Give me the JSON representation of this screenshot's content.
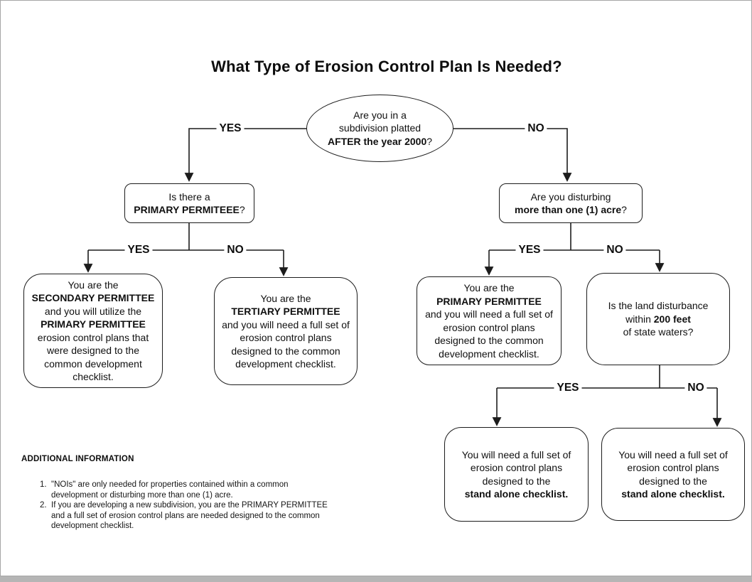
{
  "page": {
    "title": "What Type of Erosion Control Plan Is Needed?"
  },
  "colors": {
    "line": "#1c1c1c",
    "text": "#111111",
    "page_bg": "#ffffff",
    "outer_bg": "#b5b5b5"
  },
  "nodes": {
    "start": {
      "lines": [
        [
          {
            "t": "Are you in a"
          }
        ],
        [
          {
            "t": "subdivision platted"
          }
        ],
        [
          {
            "t": "AFTER the year 2000",
            "b": true
          },
          {
            "t": "?"
          }
        ]
      ]
    },
    "q_primary": {
      "lines": [
        [
          {
            "t": "Is there a"
          }
        ],
        [
          {
            "t": "PRIMARY PERMITEEE",
            "b": true
          },
          {
            "t": "?"
          }
        ]
      ]
    },
    "q_acre": {
      "lines": [
        [
          {
            "t": "Are you disturbing"
          }
        ],
        [
          {
            "t": "more than one (1) acre",
            "b": true
          },
          {
            "t": "?"
          }
        ]
      ]
    },
    "r_secondary": {
      "lines": [
        [
          {
            "t": "You are the"
          }
        ],
        [
          {
            "t": "SECONDARY PERMITTEE",
            "b": true
          }
        ],
        [
          {
            "t": "and you will utilize the"
          }
        ],
        [
          {
            "t": "PRIMARY PERMITTEE",
            "b": true
          }
        ],
        [
          {
            "t": "erosion control plans that"
          }
        ],
        [
          {
            "t": "were designed to the"
          }
        ],
        [
          {
            "t": "common development"
          }
        ],
        [
          {
            "t": "checklist."
          }
        ]
      ]
    },
    "r_tertiary": {
      "lines": [
        [
          {
            "t": "You are the"
          }
        ],
        [
          {
            "t": "TERTIARY PERMITTEE",
            "b": true
          }
        ],
        [
          {
            "t": "and you will need a full set of"
          }
        ],
        [
          {
            "t": "erosion control plans"
          }
        ],
        [
          {
            "t": "designed to the common"
          }
        ],
        [
          {
            "t": "development checklist."
          }
        ]
      ]
    },
    "r_primary": {
      "lines": [
        [
          {
            "t": "You are the"
          }
        ],
        [
          {
            "t": "PRIMARY PERMITTEE",
            "b": true
          }
        ],
        [
          {
            "t": "and you will need a full set of"
          }
        ],
        [
          {
            "t": "erosion control plans"
          }
        ],
        [
          {
            "t": "designed to the common"
          }
        ],
        [
          {
            "t": "development checklist."
          }
        ]
      ]
    },
    "q_water": {
      "lines": [
        [
          {
            "t": "Is the land disturbance"
          }
        ],
        [
          {
            "t": "within "
          },
          {
            "t": "200 feet",
            "b": true
          }
        ],
        [
          {
            "t": "of state waters?"
          }
        ]
      ]
    },
    "r_standalone_yes": {
      "lines": [
        [
          {
            "t": "You will need a full set of"
          }
        ],
        [
          {
            "t": "erosion control plans"
          }
        ],
        [
          {
            "t": "designed to the"
          }
        ],
        [
          {
            "t": "stand alone checklist.",
            "b": true
          }
        ]
      ]
    },
    "r_standalone_no": {
      "lines": [
        [
          {
            "t": "You will need a full set of"
          }
        ],
        [
          {
            "t": "erosion control plans"
          }
        ],
        [
          {
            "t": "designed to the"
          }
        ],
        [
          {
            "t": "stand alone checklist.",
            "b": true
          }
        ]
      ]
    }
  },
  "edge_labels": {
    "start_yes": "YES",
    "start_no": "NO",
    "primary_yes": "YES",
    "primary_no": "NO",
    "acre_yes": "YES",
    "acre_no": "NO",
    "water_yes": "YES",
    "water_no": "NO"
  },
  "additional_info": {
    "heading": "ADDITIONAL INFORMATION",
    "items": [
      {
        "num": "1.",
        "lines": [
          [
            {
              "t": "\"NOIs\" are only needed  for properties contained within a common"
            }
          ],
          [
            {
              "t": "development or disturbing more than one (1) acre."
            }
          ]
        ]
      },
      {
        "num": "2.",
        "lines": [
          [
            {
              "t": "If you are developing a new subdivision, you are the PRIMARY PERMITTEE"
            }
          ],
          [
            {
              "t": "and a full set of erosion control plans are needed designed to the common"
            }
          ],
          [
            {
              "t": "development checklist."
            }
          ]
        ]
      }
    ]
  }
}
